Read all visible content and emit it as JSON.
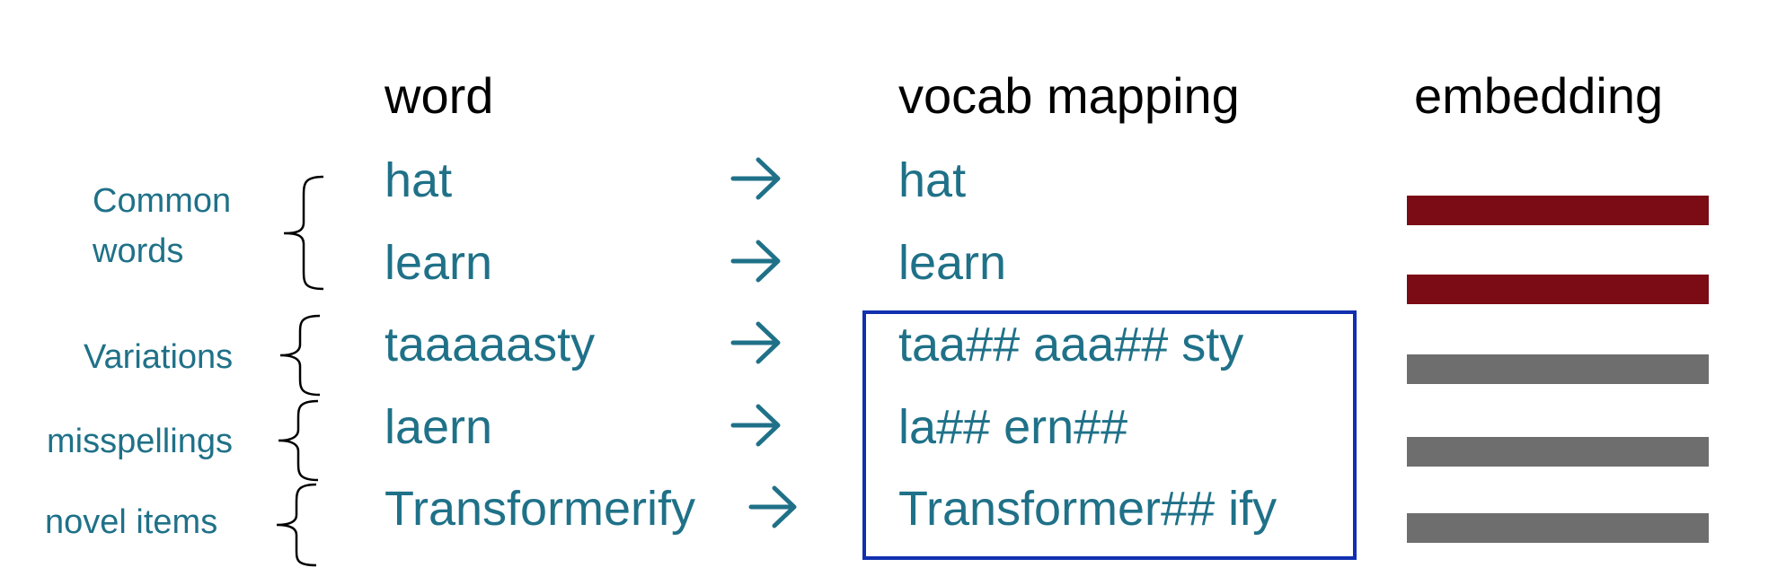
{
  "colors": {
    "text_teal": "#1f7188",
    "header_black": "#000000",
    "arrow_teal": "#1f7188",
    "box_blue": "#1030b0",
    "embed_known": "#7b0b14",
    "embed_subword": "#6e6e6e",
    "brace": "#000000"
  },
  "headers": {
    "word": "word",
    "vocab": "vocab mapping",
    "embedding": "embedding"
  },
  "categories": [
    {
      "lines": [
        "Common",
        "words"
      ]
    },
    {
      "lines": [
        "Variations"
      ]
    },
    {
      "lines": [
        "misspellings"
      ]
    },
    {
      "lines": [
        "novel items"
      ]
    }
  ],
  "rows": [
    {
      "word": "hat",
      "vocab": "hat",
      "embedding": "known"
    },
    {
      "word": "learn",
      "vocab": "learn",
      "embedding": "known"
    },
    {
      "word": "taaaaasty",
      "vocab": "taa## aaa## sty",
      "embedding": "subword"
    },
    {
      "word": "laern",
      "vocab": "la## ern##",
      "embedding": "subword"
    },
    {
      "word": "Transformerify",
      "vocab": "Transformer## ify",
      "embedding": "subword"
    }
  ],
  "arrow_glyph": "→"
}
